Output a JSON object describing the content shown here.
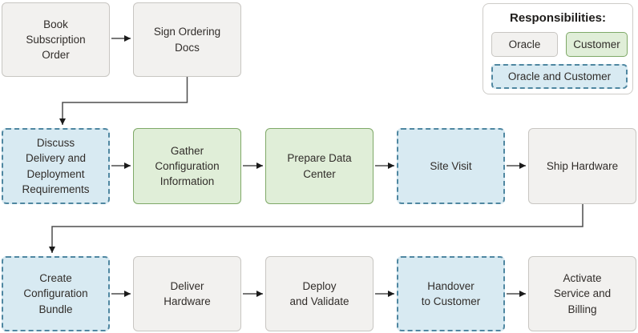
{
  "colors": {
    "oracle_fill": "#f2f1ef",
    "oracle_border": "#c8c6c2",
    "customer_fill": "#e0eed8",
    "customer_border": "#7fa968",
    "both_fill": "#d8eaf2",
    "both_border": "#4f87a1",
    "arrow": "#4d4d4d",
    "arrow_head": "#1a1a1a"
  },
  "legend": {
    "title": "Responsibilities:",
    "items": [
      {
        "label": "Oracle",
        "type": "oracle"
      },
      {
        "label": "Customer",
        "type": "customer"
      },
      {
        "label": "Oracle and Customer",
        "type": "both"
      }
    ]
  },
  "flow": {
    "row1": [
      {
        "label": "Book\nSubscription\nOrder",
        "type": "oracle"
      },
      {
        "label": "Sign Ordering\nDocs",
        "type": "oracle"
      }
    ],
    "row2": [
      {
        "label": "Discuss\nDelivery and\nDeployment\nRequirements",
        "type": "both"
      },
      {
        "label": "Gather\nConfiguration\nInformation",
        "type": "customer"
      },
      {
        "label": "Prepare Data\nCenter",
        "type": "customer"
      },
      {
        "label": "Site Visit",
        "type": "both"
      },
      {
        "label": "Ship Hardware",
        "type": "oracle"
      }
    ],
    "row3": [
      {
        "label": "Create\nConfiguration\nBundle",
        "type": "both"
      },
      {
        "label": "Deliver\nHardware",
        "type": "oracle"
      },
      {
        "label": "Deploy\nand Validate",
        "type": "oracle"
      },
      {
        "label": "Handover\nto Customer",
        "type": "both"
      },
      {
        "label": "Activate\nService and\nBilling",
        "type": "oracle"
      }
    ]
  }
}
